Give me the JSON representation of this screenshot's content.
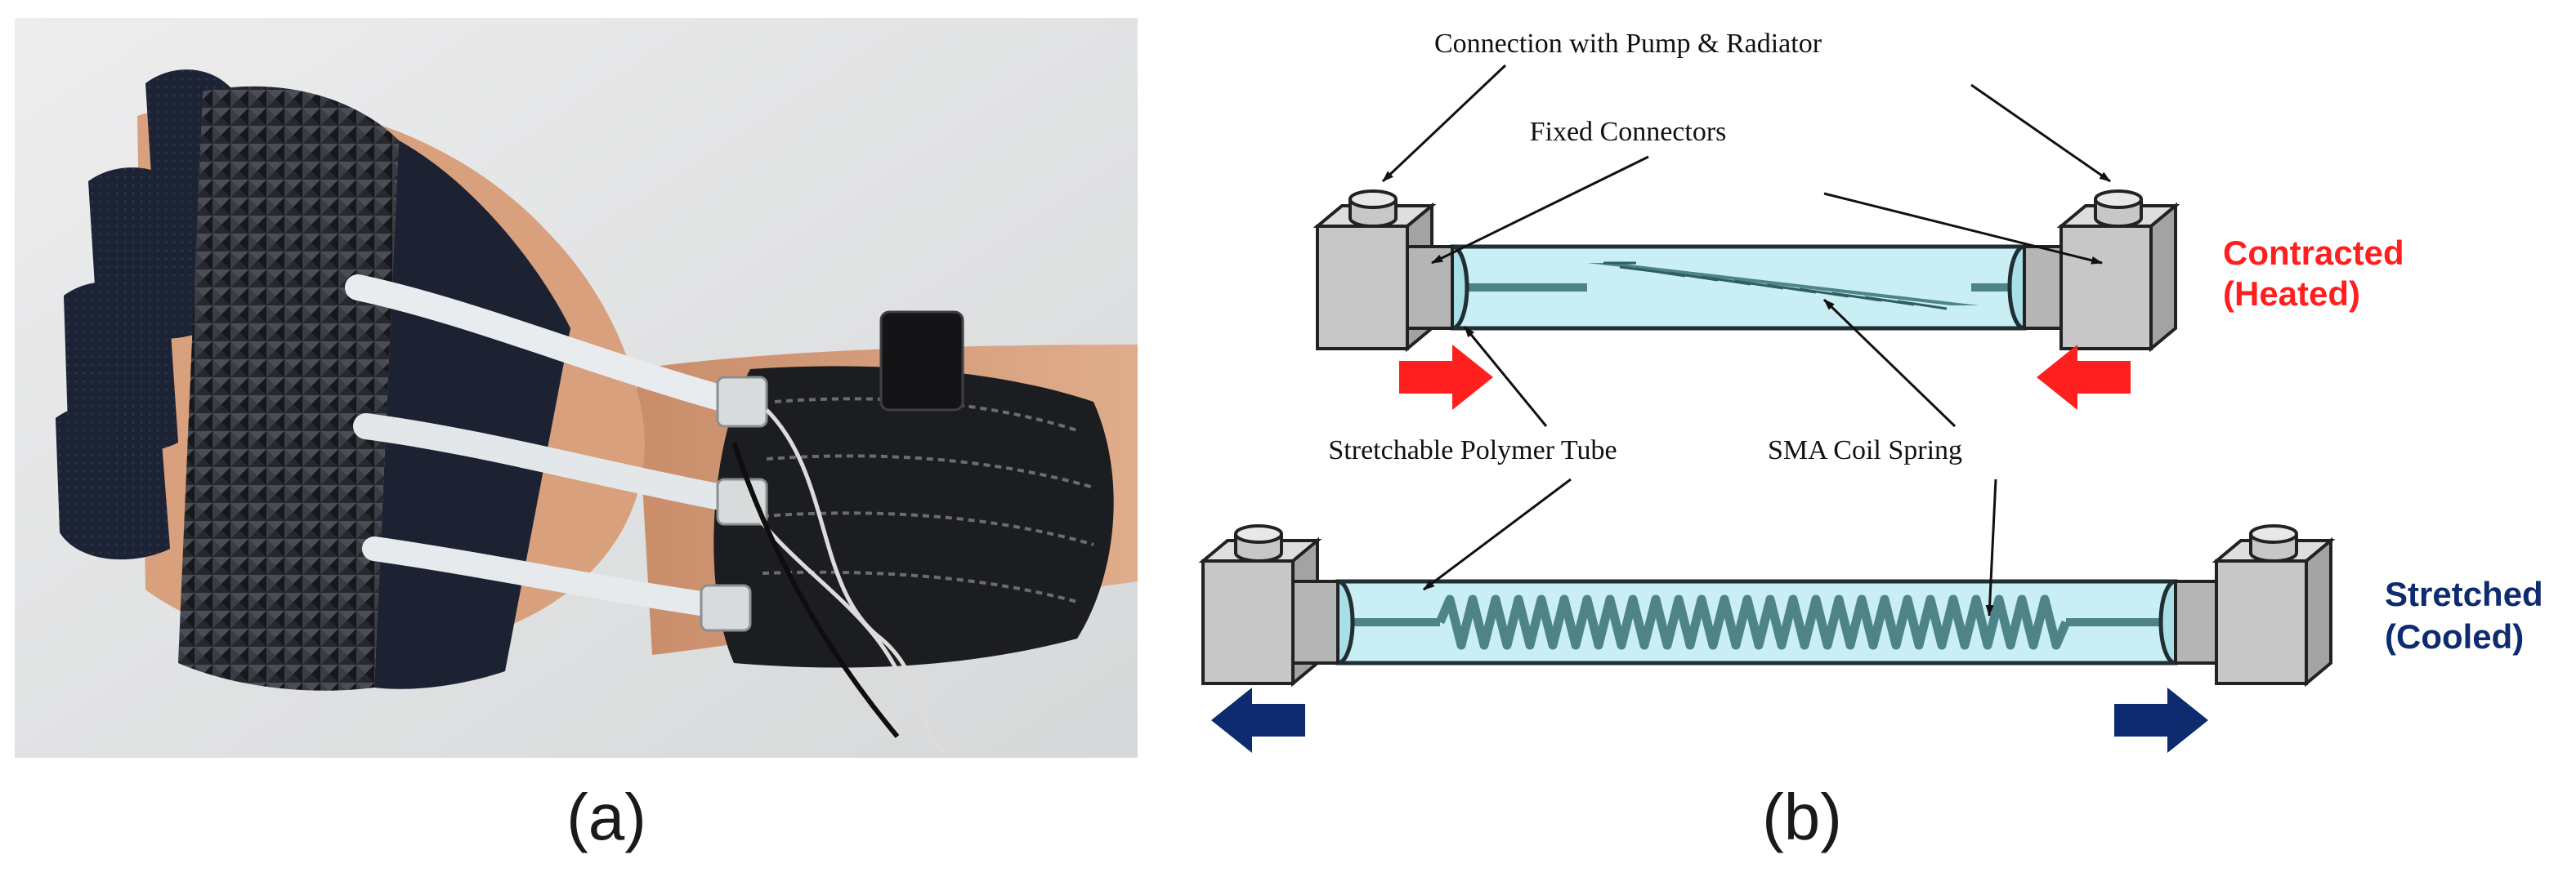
{
  "figure": {
    "panel_a_caption": "(a)",
    "panel_b_caption": "(b)"
  },
  "photo": {
    "subject": "hand wearing black knit glove with three white polymer tubes running from knuckle band to wrist strap, with wires and connectors",
    "colors": {
      "background": "#e2e4e4",
      "skin": "#d9a27e",
      "glove": "#1b2233",
      "knuckle_band": "#25272c",
      "tube": "#e8ecee",
      "wrist_strap": "#1c1d20"
    }
  },
  "diagram": {
    "labels": {
      "connection": "Connection with Pump & Radiator",
      "fixed_connectors": "Fixed Connectors",
      "polymer_tube": "Stretchable Polymer Tube",
      "coil_spring": "SMA Coil Spring"
    },
    "states": {
      "contracted_line1": "Contracted",
      "contracted_line2": "(Heated)",
      "stretched_line1": "Stretched",
      "stretched_line2": "(Cooled)"
    },
    "colors": {
      "contracted": "#ff1f1f",
      "stretched": "#0d2b6e",
      "tube_fill": "#c9eef3",
      "tube_stroke": "#1f2f33",
      "spring": "#4e8487",
      "connector_face": "#c7c7c7",
      "connector_side": "#a3a3a3",
      "connector_top": "#dedede"
    }
  }
}
